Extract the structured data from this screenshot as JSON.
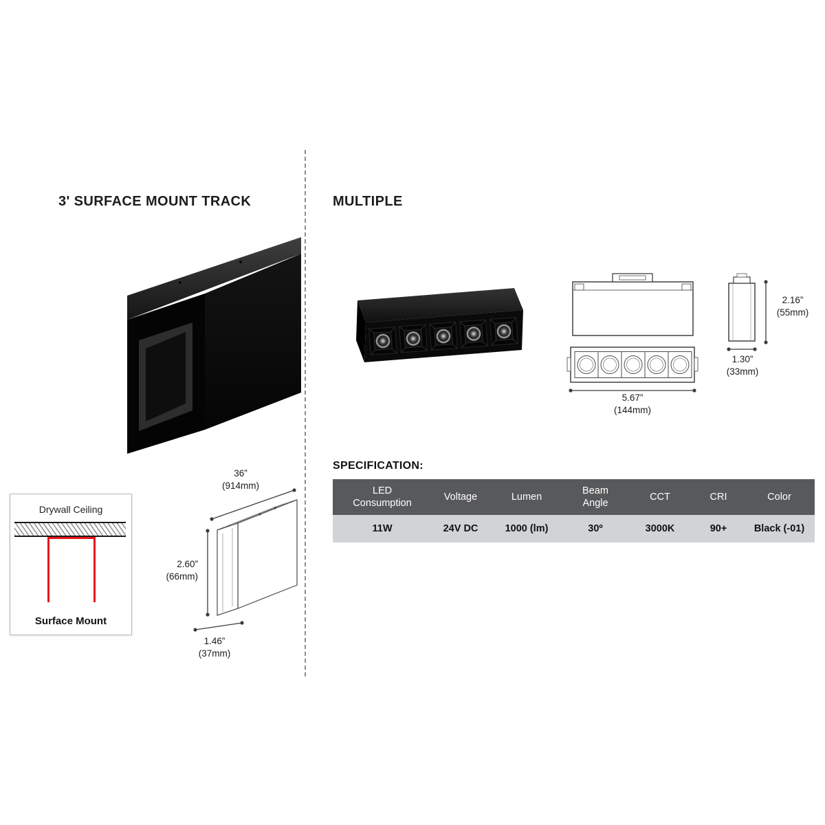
{
  "page": {
    "left_title": "3' SURFACE MOUNT TRACK",
    "right_title": "MULTIPLE"
  },
  "mount_diagram": {
    "ceiling_label": "Drywall Ceiling",
    "mount_label": "Surface Mount"
  },
  "track_dims": {
    "length_in": "36”",
    "length_mm": "(914mm)",
    "height_in": "2.60”",
    "height_mm": "(66mm)",
    "width_in": "1.46”",
    "width_mm": "(37mm)"
  },
  "fixture_dims": {
    "height_in": "2.16”",
    "height_mm": "(55mm)",
    "width_in": "1.30”",
    "width_mm": "(33mm)",
    "length_in": "5.67”",
    "length_mm": "(144mm)"
  },
  "specification": {
    "heading": "SPECIFICATION:",
    "headers": [
      "LED Consumption",
      "Voltage",
      "Lumen",
      "Beam Angle",
      "CCT",
      "CRI",
      "Color"
    ],
    "values": [
      "11W",
      "24V DC",
      "1000 (lm)",
      "30º",
      "3000K",
      "90+",
      "Black (-01)"
    ]
  },
  "colors": {
    "table_header_bg": "#58595b",
    "table_row_bg": "#d2d3d5",
    "mount_red": "#e8151b"
  }
}
